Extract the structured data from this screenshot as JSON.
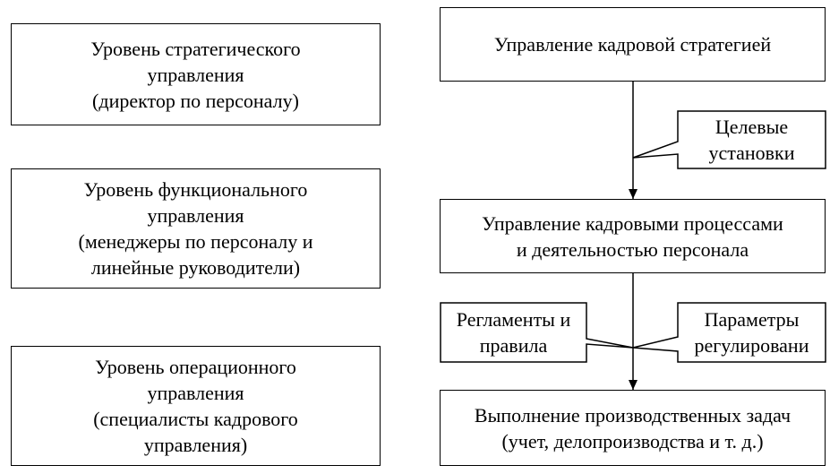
{
  "levels": [
    {
      "lines": [
        "Уровень стратегического",
        "управления",
        "(директор по персоналу)"
      ]
    },
    {
      "lines": [
        "Уровень функционального",
        "управления",
        "(менеджеры по персоналу и",
        "линейные руководители)"
      ]
    },
    {
      "lines": [
        "Уровень операционного",
        "управления",
        "(специалисты кадрового",
        "управления)"
      ]
    }
  ],
  "flow": [
    {
      "lines": [
        "Управление кадровой стратегией"
      ]
    },
    {
      "lines": [
        "Управление кадровыми процессами",
        "и деятельностью персонала"
      ]
    },
    {
      "lines": [
        "Выполнение производственных задач",
        "(учет, делопроизводства и т. д.)"
      ]
    }
  ],
  "callouts": {
    "targets": {
      "lines": [
        "Целевые",
        "установки"
      ]
    },
    "rules": {
      "lines": [
        "Регламенты и",
        "правила"
      ]
    },
    "params": {
      "lines": [
        "Параметры",
        "регулировани"
      ]
    }
  }
}
